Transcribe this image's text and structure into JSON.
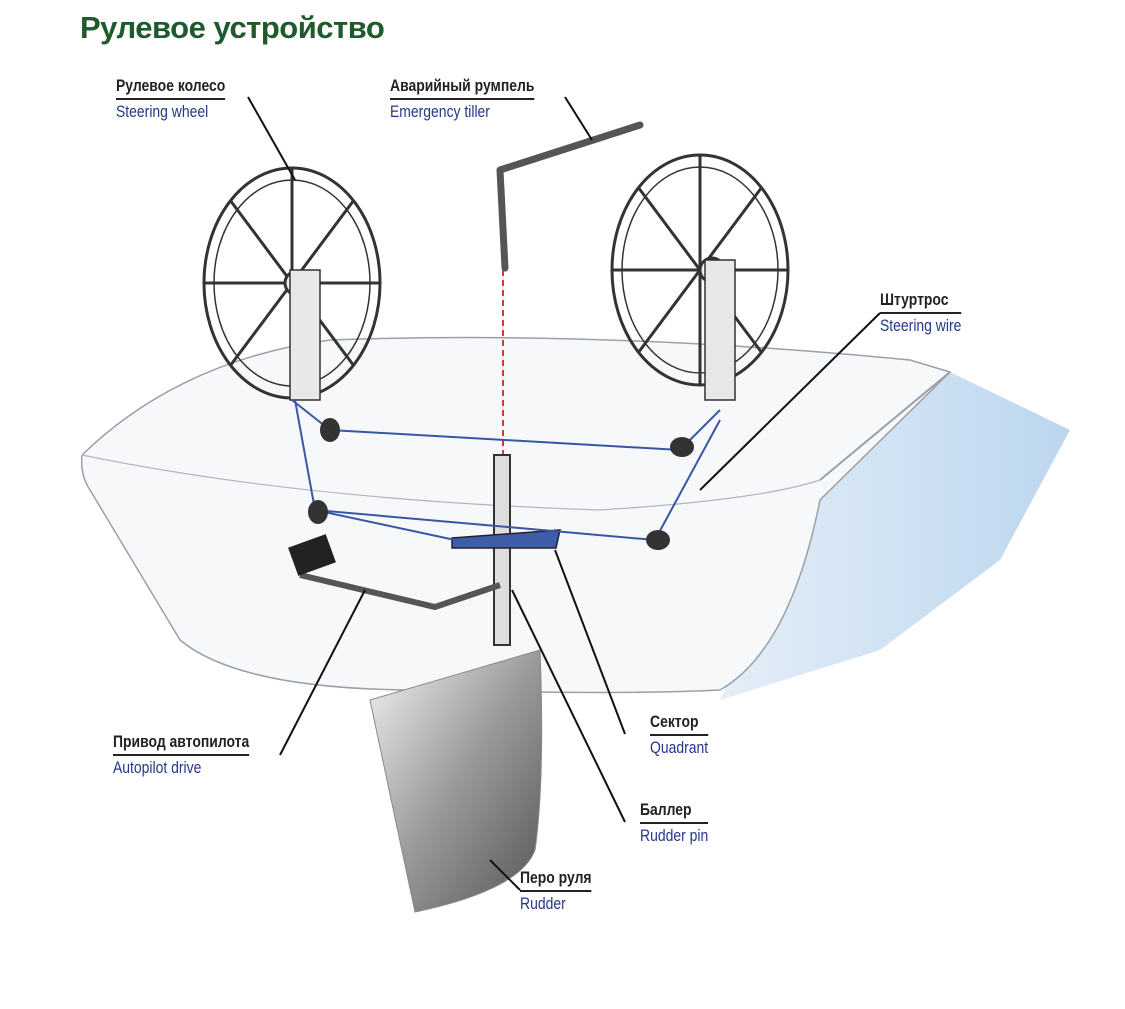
{
  "title": "Рулевое устройство",
  "labels": {
    "steering_wheel": {
      "ru": "Рулевое колесо",
      "en": "Steering wheel"
    },
    "emergency_tiller": {
      "ru": "Аварийный румпель",
      "en": "Emergency tiller"
    },
    "steering_wire": {
      "ru": "Штуртрос",
      "en": "Steering wire"
    },
    "autopilot_drive": {
      "ru": "Привод автопилота",
      "en": "Autopilot drive"
    },
    "quadrant": {
      "ru": "Сектор",
      "en": "Quadrant"
    },
    "rudder_pin": {
      "ru": "Баллер",
      "en": "Rudder pin"
    },
    "rudder": {
      "ru": "Перо руля",
      "en": "Rudder"
    }
  },
  "colors": {
    "title": "#1f5a2c",
    "english_label": "#24378a",
    "wire": "#3a55a8",
    "tiller_guide": "#d04020",
    "water": "#cfe2f2"
  }
}
